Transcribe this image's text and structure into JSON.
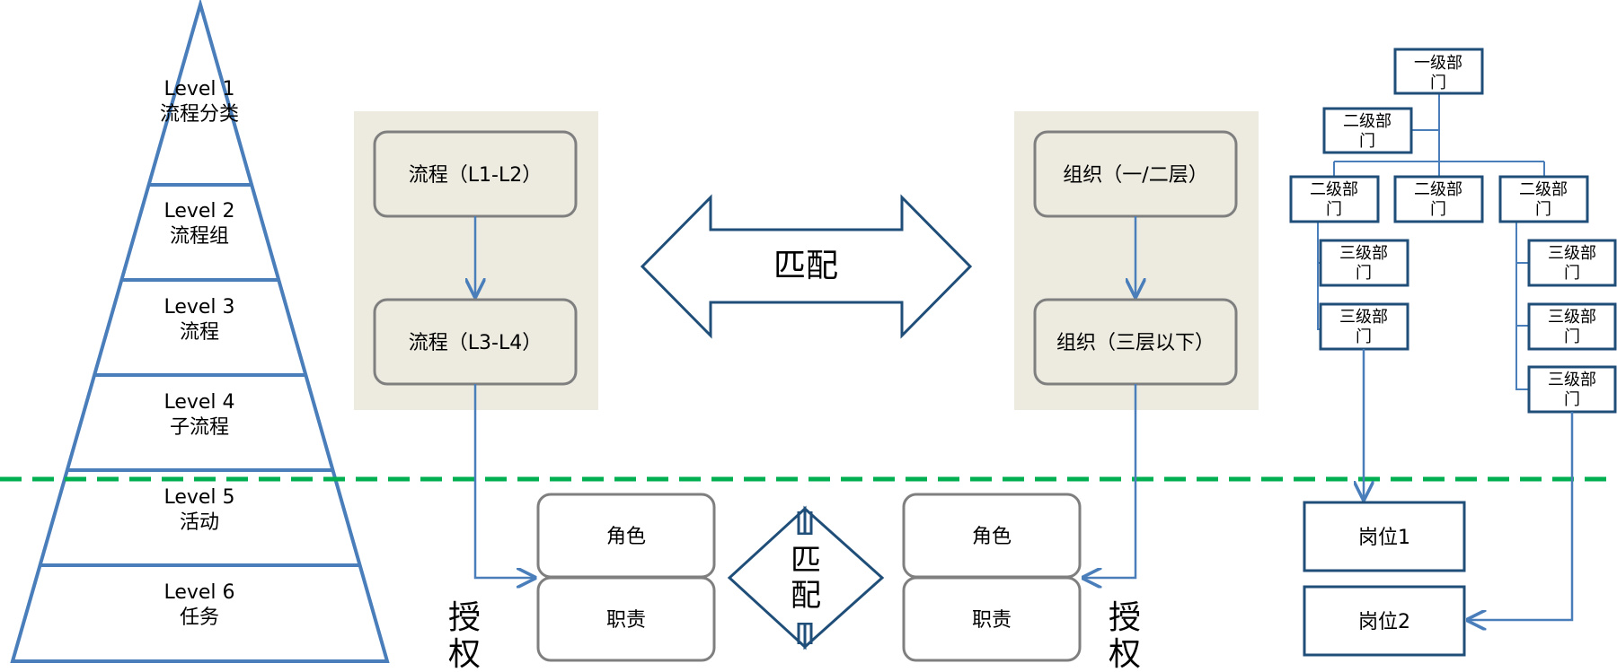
{
  "pyramid": {
    "levels": [
      {
        "level": "Level 1",
        "name": "流程分类"
      },
      {
        "level": "Level 2",
        "name": "流程组"
      },
      {
        "level": "Level 3",
        "name": "流程"
      },
      {
        "level": "Level 4",
        "name": "子流程"
      },
      {
        "level": "Level 5",
        "name": "活动"
      },
      {
        "level": "Level 6",
        "name": "任务"
      }
    ]
  },
  "process_panel": {
    "top_box": "流程（L1-L2）",
    "bottom_box": "流程（L3-L4）"
  },
  "org_panel": {
    "top_box": "组织（一/二层）",
    "bottom_box": "组织（三层以下）"
  },
  "match_big": "匹配",
  "match_small": [
    "匹",
    "配"
  ],
  "left_roles": {
    "role": "角色",
    "duty": "职责"
  },
  "right_roles": {
    "role": "角色",
    "duty": "职责"
  },
  "authorize_left": [
    "授",
    "权"
  ],
  "authorize_right": [
    "授",
    "权"
  ],
  "org_chart": {
    "level1": [
      "一级部",
      "门"
    ],
    "level2": [
      "二级部",
      "门"
    ],
    "level3": [
      "三级部",
      "门"
    ]
  },
  "posts": {
    "post1": "岗位1",
    "post2": "岗位2"
  },
  "colors": {
    "pyramid_blue": "#4a7ebb",
    "dark_blue": "#1f4e79",
    "panel_bg": "#edebe0",
    "box_border": "#7f7f7f",
    "divider_green": "#00b050"
  }
}
